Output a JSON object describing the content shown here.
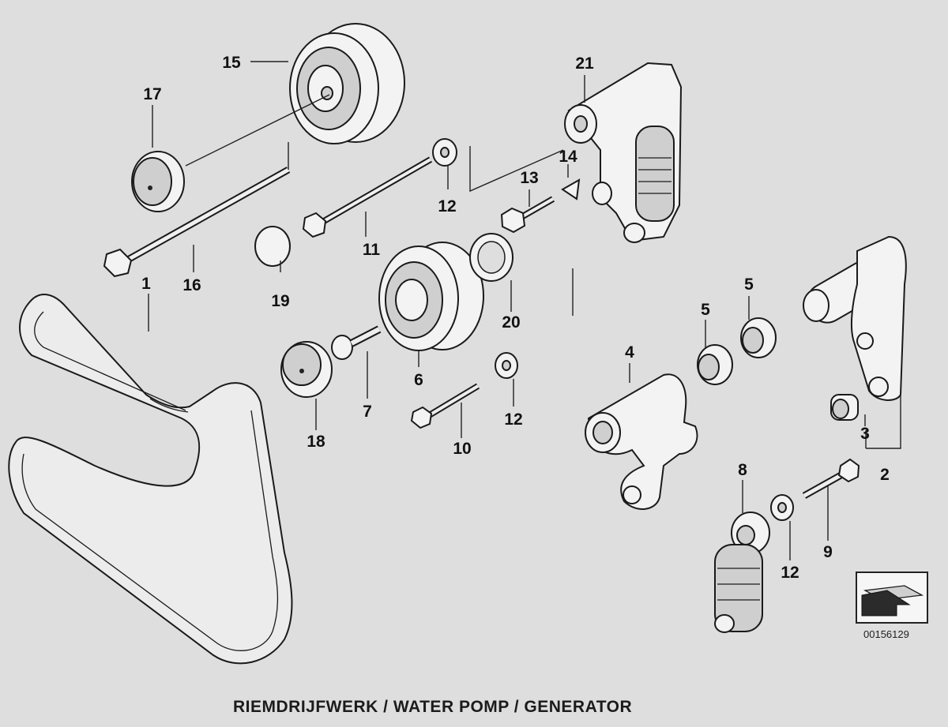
{
  "caption": "RIEMDRIJFWERK / WATER POMP / GENERATOR",
  "reference_code": "00156129",
  "callouts": [
    {
      "id": "c1",
      "text": "1"
    },
    {
      "id": "c2",
      "text": "2"
    },
    {
      "id": "c3",
      "text": "3"
    },
    {
      "id": "c4",
      "text": "4"
    },
    {
      "id": "c5a",
      "text": "5"
    },
    {
      "id": "c5b",
      "text": "5"
    },
    {
      "id": "c6",
      "text": "6"
    },
    {
      "id": "c7",
      "text": "7"
    },
    {
      "id": "c8",
      "text": "8"
    },
    {
      "id": "c9",
      "text": "9"
    },
    {
      "id": "c10",
      "text": "10"
    },
    {
      "id": "c11",
      "text": "11"
    },
    {
      "id": "c12a",
      "text": "12"
    },
    {
      "id": "c12b",
      "text": "12"
    },
    {
      "id": "c12c",
      "text": "12"
    },
    {
      "id": "c13",
      "text": "13"
    },
    {
      "id": "c14",
      "text": "14"
    },
    {
      "id": "c15",
      "text": "15"
    },
    {
      "id": "c16",
      "text": "16"
    },
    {
      "id": "c17",
      "text": "17"
    },
    {
      "id": "c18",
      "text": "18"
    },
    {
      "id": "c19",
      "text": "19"
    },
    {
      "id": "c20",
      "text": "20"
    },
    {
      "id": "c21",
      "text": "21"
    }
  ]
}
